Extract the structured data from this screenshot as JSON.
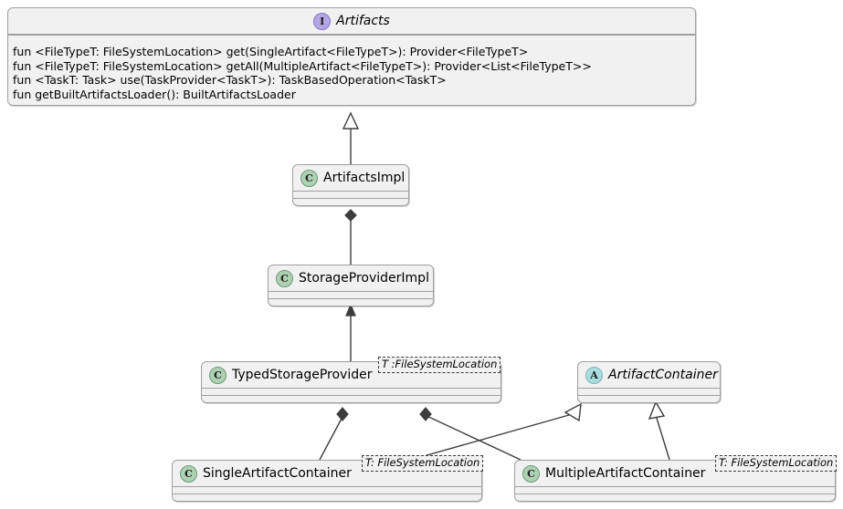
{
  "diagram": {
    "kind": "uml-class-diagram",
    "background": "#ffffff",
    "node_fill": "#f1f1f1",
    "node_border": "#a0a0a0",
    "class_icon_color": "#add1b2",
    "interface_icon_color": "#b4a7e5",
    "abstract_icon_color": "#a9dcdf"
  },
  "nodes": {
    "artifacts": {
      "stereotype_letter": "I",
      "stereotype_name": "interface-icon",
      "name": "Artifacts",
      "methods": [
        "fun <FileTypeT: FileSystemLocation> get(SingleArtifact<FileTypeT>): Provider<FileTypeT>",
        "fun <FileTypeT: FileSystemLocation> getAll(MultipleArtifact<FileTypeT>): Provider<List<FileTypeT>>",
        "fun <TaskT: Task> use(TaskProvider<TaskT>): TaskBasedOperation<TaskT>",
        "fun getBuiltArtifactsLoader(): BuiltArtifactsLoader"
      ]
    },
    "artifacts_impl": {
      "stereotype_letter": "C",
      "stereotype_name": "class-icon",
      "name": "ArtifactsImpl"
    },
    "storage_provider_impl": {
      "stereotype_letter": "C",
      "stereotype_name": "class-icon",
      "name": "StorageProviderImpl"
    },
    "typed_storage_provider": {
      "stereotype_letter": "C",
      "stereotype_name": "class-icon",
      "name": "TypedStorageProvider",
      "type_parameter": "T :FileSystemLocation"
    },
    "artifact_container": {
      "stereotype_letter": "A",
      "stereotype_name": "abstract-class-icon",
      "name": "ArtifactContainer"
    },
    "single_artifact_container": {
      "stereotype_letter": "C",
      "stereotype_name": "class-icon",
      "name": "SingleArtifactContainer",
      "type_parameter": "T: FileSystemLocation"
    },
    "multiple_artifact_container": {
      "stereotype_letter": "C",
      "stereotype_name": "class-icon",
      "name": "MultipleArtifactContainer",
      "type_parameter": "T: FileSystemLocation"
    }
  },
  "edges": [
    {
      "from": "artifacts_impl",
      "to": "artifacts",
      "type": "realization-hollow-triangle"
    },
    {
      "from": "storage_provider_impl",
      "to": "artifacts_impl",
      "type": "composition-filled-diamond"
    },
    {
      "from": "typed_storage_provider",
      "to": "storage_provider_impl",
      "type": "directed-association-solid-arrow"
    },
    {
      "from": "single_artifact_container",
      "to": "typed_storage_provider",
      "type": "composition-filled-diamond"
    },
    {
      "from": "multiple_artifact_container",
      "to": "typed_storage_provider",
      "type": "composition-filled-diamond"
    },
    {
      "from": "single_artifact_container",
      "to": "artifact_container",
      "type": "generalization-hollow-triangle"
    },
    {
      "from": "multiple_artifact_container",
      "to": "artifact_container",
      "type": "generalization-hollow-triangle"
    }
  ]
}
